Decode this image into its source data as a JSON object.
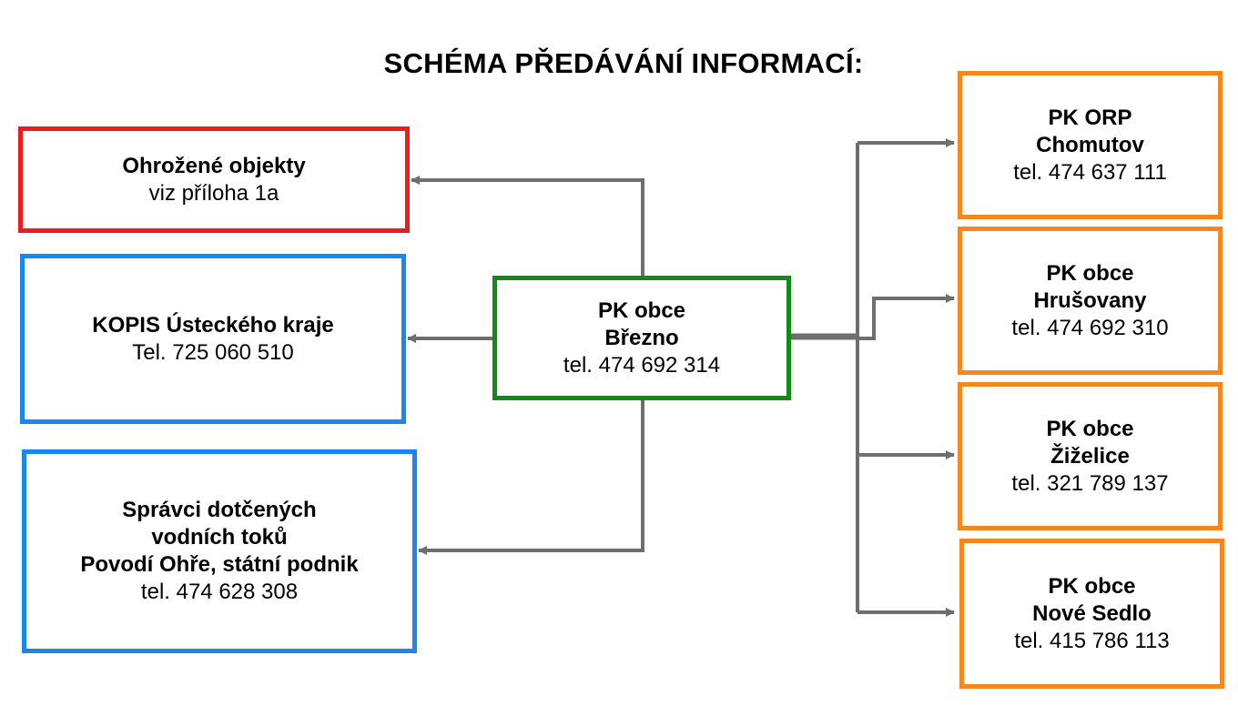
{
  "title": "SCHÉMA PŘEDÁVÁNÍ INFORMACÍ:",
  "center": {
    "name1": "PK obce",
    "name2": "Březno",
    "phone": "tel. 474 692 314"
  },
  "left": {
    "threatened": {
      "name": "Ohrožené objekty",
      "note": "viz příloha 1a"
    },
    "kopis": {
      "name": "KOPIS Ústeckého kraje",
      "phone": "Tel. 725 060 510"
    },
    "rivers": {
      "name1": "Správci dotčených",
      "name2": "vodních toků",
      "name3": "Povodí Ohře, státní podnik",
      "phone": "tel. 474 628 308"
    }
  },
  "right": [
    {
      "name1": "PK ORP",
      "name2": "Chomutov",
      "phone": "tel. 474 637 111"
    },
    {
      "name1": "PK obce",
      "name2": "Hrušovany",
      "phone": "tel. 474 692 310"
    },
    {
      "name1": "PK obce",
      "name2": "Žiželice",
      "phone": "tel. 321 789 137"
    },
    {
      "name1": "PK obce",
      "name2": "Nové Sedlo",
      "phone": "tel. 415 786 113"
    }
  ],
  "colors": {
    "threatened": "#ee1c1c",
    "kopis": "#1a86f0",
    "center": "#138a13",
    "municipalities": "#f7861c",
    "connector": "#6e6e6e"
  }
}
